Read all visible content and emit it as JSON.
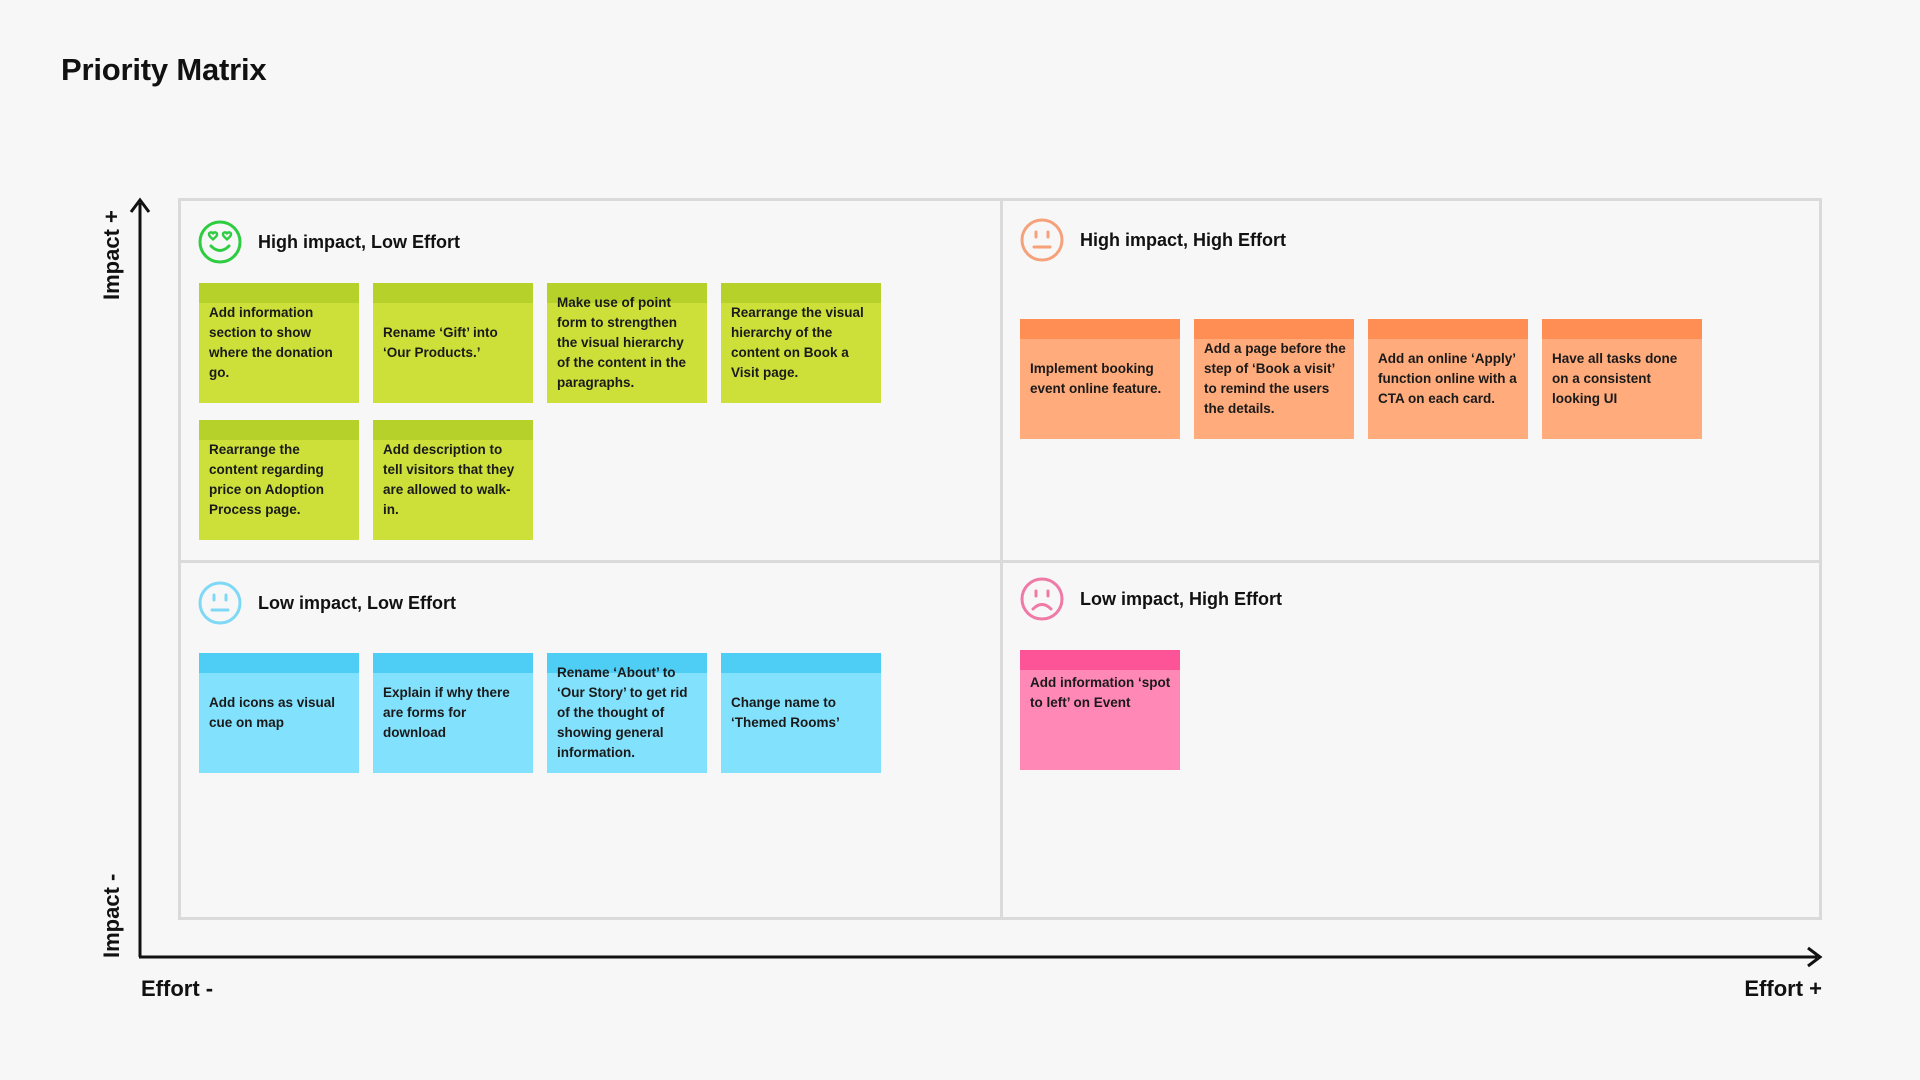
{
  "page": {
    "title": "Priority Matrix"
  },
  "axes": {
    "y_top": "Impact +",
    "y_bottom": "Impact -",
    "x_left": "Effort -",
    "x_right": "Effort +"
  },
  "colors": {
    "green_note": "#cde039",
    "orange_note": "#ffab7b",
    "blue_note": "#82e1fc",
    "pink_note": "#ff88b6",
    "icon_green": "#2ecc40",
    "icon_orange": "#f5a27a",
    "icon_blue": "#7fd8f5",
    "icon_pink": "#ef7aa6"
  },
  "quadrants": {
    "high_low": {
      "title": "High impact, Low Effort",
      "icon": "heart-eyes-smiley-icon",
      "notes": [
        "Add information section to show where the donation go.",
        "Rename ‘Gift’ into ‘Our Products.’",
        "Make use of point form to strengthen the visual hierarchy of the content in the paragraphs.",
        "Rearrange the visual hierarchy of the content on Book a Visit page.",
        "Rearrange the content regarding price on Adoption Process page.",
        "Add description to tell visitors that they are allowed to walk-in."
      ]
    },
    "high_high": {
      "title": "High impact, High Effort",
      "icon": "neutral-face-icon",
      "notes": [
        "Implement booking event online feature.",
        "Add a page before the step of ‘Book a visit’ to remind the users the details.",
        "Add an online ‘Apply’ function online with a CTA on each card.",
        "Have all tasks done on a consistent looking UI"
      ]
    },
    "low_low": {
      "title": "Low impact, Low Effort",
      "icon": "neutral-face-icon",
      "notes": [
        "Add icons as visual cue on map",
        "Explain if why there are forms for download",
        "Rename ‘About’ to ‘Our Story’ to get rid of the thought of showing general information.",
        "Change name to ‘Themed Rooms’"
      ]
    },
    "low_high": {
      "title": "Low impact, High Effort",
      "icon": "sad-face-icon",
      "notes": [
        "Add information ‘spot to left’ on Event"
      ]
    }
  }
}
